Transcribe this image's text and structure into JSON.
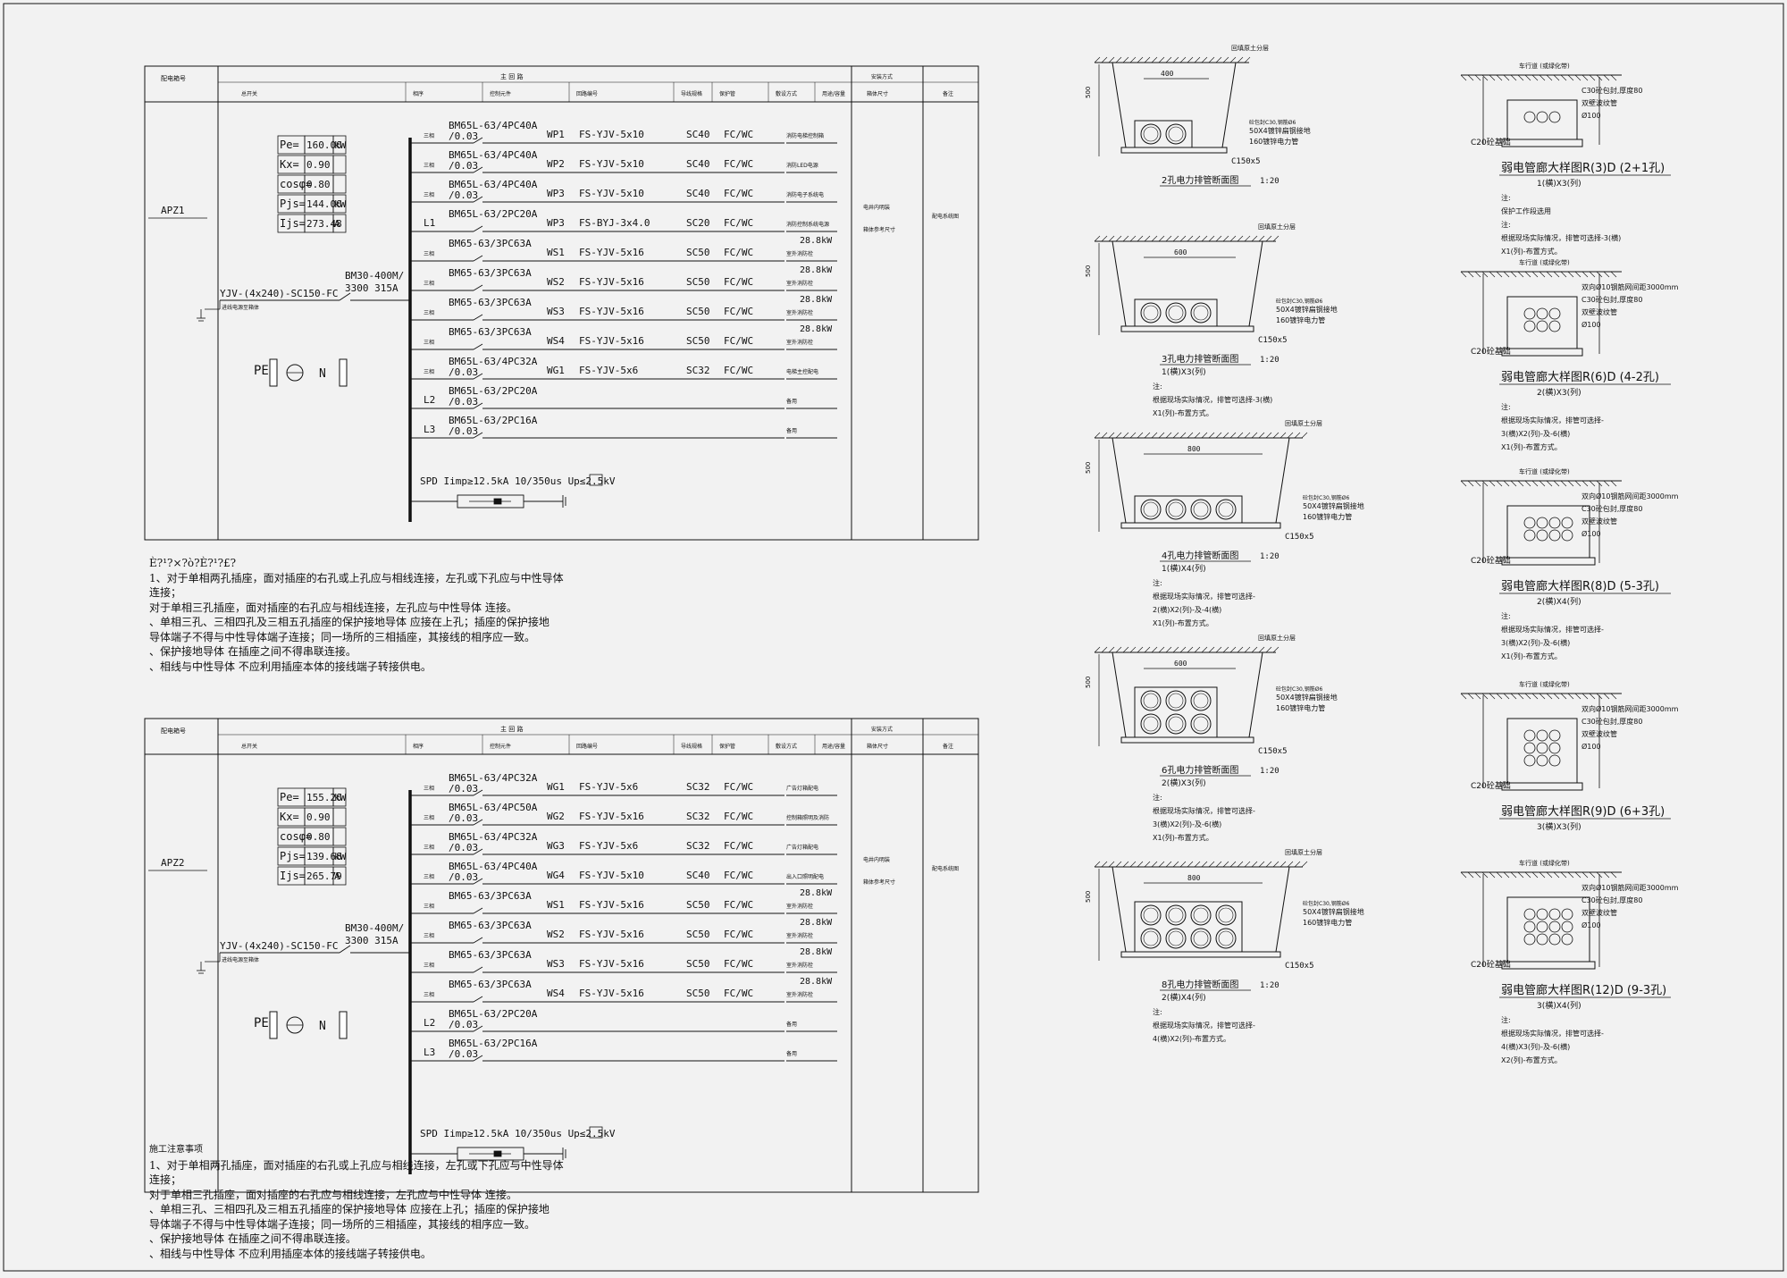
{
  "panels": [
    {
      "id": "APZ1",
      "header": {
        "c1": "配电箱号",
        "c2": "主  回  路",
        "sub": [
          "总开关",
          "相序",
          "控制元件",
          "回路编号",
          "导线规格",
          "保护管",
          "敷设方式",
          "用途/容量"
        ],
        "install": "安装方式",
        "install_sub": "箱体尺寸",
        "remark": "备注",
        "note_install": "电井内明装",
        "note_size": "箱体参考尺寸",
        "note_remark": "配电系统图"
      },
      "params": [
        [
          "Pe=",
          "160.00",
          "kW"
        ],
        [
          "Kx=",
          "0.90",
          ""
        ],
        [
          "cosφ=",
          "0.80",
          ""
        ],
        [
          "Pjs=",
          "144.00",
          "kW"
        ],
        [
          "Ijs=",
          "273.48",
          "A"
        ]
      ],
      "incoming": "YJV-(4x240)-SC150-FC",
      "incoming_note": "进线电源至箱体",
      "breaker": "BM30-400M/\n3300 315A",
      "rows": [
        {
          "phase": "三相",
          "ctrl": "BM65L-63/4PC40A",
          "rcd": "/0.03",
          "circuit": "WP1",
          "cable": "FS-YJV-5x10",
          "pipe": "SC40",
          "method": "FC/WC",
          "use": "消防电梯控制箱",
          "load": ""
        },
        {
          "phase": "三相",
          "ctrl": "BM65L-63/4PC40A",
          "rcd": "/0.03",
          "circuit": "WP2",
          "cable": "FS-YJV-5x10",
          "pipe": "SC40",
          "method": "FC/WC",
          "use": "消防LED电源",
          "load": ""
        },
        {
          "phase": "三相",
          "ctrl": "BM65L-63/4PC40A",
          "rcd": "/0.03",
          "circuit": "WP3",
          "cable": "FS-YJV-5x10",
          "pipe": "SC40",
          "method": "FC/WC",
          "use": "消防电子系统电",
          "load": ""
        },
        {
          "phase": "L1",
          "ctrl": "BM65L-63/2PC20A",
          "rcd": "",
          "circuit": "WP3",
          "cable": "FS-BYJ-3x4.0",
          "pipe": "SC20",
          "method": "FC/WC",
          "use": "消防控制系统电源",
          "load": ""
        },
        {
          "phase": "三相",
          "ctrl": "BM65-63/3PC63A",
          "rcd": "",
          "circuit": "WS1",
          "cable": "FS-YJV-5x16",
          "pipe": "SC50",
          "method": "FC/WC",
          "use": "室外消防栓",
          "load": "28.8kW"
        },
        {
          "phase": "三相",
          "ctrl": "BM65-63/3PC63A",
          "rcd": "",
          "circuit": "WS2",
          "cable": "FS-YJV-5x16",
          "pipe": "SC50",
          "method": "FC/WC",
          "use": "室外消防栓",
          "load": "28.8kW"
        },
        {
          "phase": "三相",
          "ctrl": "BM65-63/3PC63A",
          "rcd": "",
          "circuit": "WS3",
          "cable": "FS-YJV-5x16",
          "pipe": "SC50",
          "method": "FC/WC",
          "use": "室外消防栓",
          "load": "28.8kW"
        },
        {
          "phase": "三相",
          "ctrl": "BM65-63/3PC63A",
          "rcd": "",
          "circuit": "WS4",
          "cable": "FS-YJV-5x16",
          "pipe": "SC50",
          "method": "FC/WC",
          "use": "室外消防栓",
          "load": "28.8kW"
        },
        {
          "phase": "三相",
          "ctrl": "BM65L-63/4PC32A",
          "rcd": "/0.03",
          "circuit": "WG1",
          "cable": "FS-YJV-5x6",
          "pipe": "SC32",
          "method": "FC/WC",
          "use": "电梯主控配电",
          "load": ""
        },
        {
          "phase": "L2",
          "ctrl": "BM65L-63/2PC20A",
          "rcd": "/0.03",
          "circuit": "",
          "cable": "",
          "pipe": "",
          "method": "",
          "use": "备用",
          "load": ""
        },
        {
          "phase": "L3",
          "ctrl": "BM65L-63/2PC16A",
          "rcd": "/0.03",
          "circuit": "",
          "cable": "",
          "pipe": "",
          "method": "",
          "use": "备用",
          "load": ""
        }
      ],
      "spd": "SPD Iimp≥12.5kA 10/350us Up≤2.5kV"
    },
    {
      "id": "APZ2",
      "header": {
        "c1": "配电箱号",
        "c2": "主  回  路",
        "sub": [
          "总开关",
          "相序",
          "控制元件",
          "回路编号",
          "导线规格",
          "保护管",
          "敷设方式",
          "用途/容量"
        ],
        "install": "安装方式",
        "install_sub": "箱体尺寸",
        "remark": "备注",
        "note_install": "电井内明装",
        "note_size": "箱体参考尺寸",
        "note_remark": "配电系统图"
      },
      "params": [
        [
          "Pe=",
          "155.20",
          "kW"
        ],
        [
          "Kx=",
          "0.90",
          ""
        ],
        [
          "cosφ=",
          "0.80",
          ""
        ],
        [
          "Pjs=",
          "139.68",
          "kW"
        ],
        [
          "Ijs=",
          "265.79",
          "A"
        ]
      ],
      "incoming": "YJV-(4x240)-SC150-FC",
      "incoming_note": "进线电源至箱体",
      "breaker": "BM30-400M/\n3300 315A",
      "rows": [
        {
          "phase": "三相",
          "ctrl": "BM65L-63/4PC32A",
          "rcd": "/0.03",
          "circuit": "WG1",
          "cable": "FS-YJV-5x6",
          "pipe": "SC32",
          "method": "FC/WC",
          "use": "广告灯箱配电",
          "load": ""
        },
        {
          "phase": "三相",
          "ctrl": "BM65L-63/4PC50A",
          "rcd": "/0.03",
          "circuit": "WG2",
          "cable": "FS-YJV-5x16",
          "pipe": "SC32",
          "method": "FC/WC",
          "use": "控制箱照明及消防",
          "load": ""
        },
        {
          "phase": "三相",
          "ctrl": "BM65L-63/4PC32A",
          "rcd": "/0.03",
          "circuit": "WG3",
          "cable": "FS-YJV-5x6",
          "pipe": "SC32",
          "method": "FC/WC",
          "use": "广告灯箱配电",
          "load": ""
        },
        {
          "phase": "三相",
          "ctrl": "BM65L-63/4PC40A",
          "rcd": "/0.03",
          "circuit": "WG4",
          "cable": "FS-YJV-5x10",
          "pipe": "SC40",
          "method": "FC/WC",
          "use": "出入口照明配电",
          "load": ""
        },
        {
          "phase": "三相",
          "ctrl": "BM65-63/3PC63A",
          "rcd": "",
          "circuit": "WS1",
          "cable": "FS-YJV-5x16",
          "pipe": "SC50",
          "method": "FC/WC",
          "use": "室外消防栓",
          "load": "28.8kW"
        },
        {
          "phase": "三相",
          "ctrl": "BM65-63/3PC63A",
          "rcd": "",
          "circuit": "WS2",
          "cable": "FS-YJV-5x16",
          "pipe": "SC50",
          "method": "FC/WC",
          "use": "室外消防栓",
          "load": "28.8kW"
        },
        {
          "phase": "三相",
          "ctrl": "BM65-63/3PC63A",
          "rcd": "",
          "circuit": "WS3",
          "cable": "FS-YJV-5x16",
          "pipe": "SC50",
          "method": "FC/WC",
          "use": "室外消防栓",
          "load": "28.8kW"
        },
        {
          "phase": "三相",
          "ctrl": "BM65-63/3PC63A",
          "rcd": "",
          "circuit": "WS4",
          "cable": "FS-YJV-5x16",
          "pipe": "SC50",
          "method": "FC/WC",
          "use": "室外消防栓",
          "load": "28.8kW"
        },
        {
          "phase": "L2",
          "ctrl": "BM65L-63/2PC20A",
          "rcd": "/0.03",
          "circuit": "",
          "cable": "",
          "pipe": "",
          "method": "",
          "use": "备用",
          "load": ""
        },
        {
          "phase": "L3",
          "ctrl": "BM65L-63/2PC16A",
          "rcd": "/0.03",
          "circuit": "",
          "cable": "",
          "pipe": "",
          "method": "",
          "use": "备用",
          "load": ""
        }
      ],
      "spd": "SPD Iimp≥12.5kA 10/350us Up≤2.5kV"
    }
  ],
  "notes1": {
    "title": "È?¹?×?ò?È?¹?£?",
    "lines": [
      "1、对于单相两孔插座，面对插座的右孔或上孔应与相线连接，左孔或下孔应与中性导体",
      "连接；",
      "对于单相三孔插座，面对插座的右孔应与相线连接，左孔应与中性导体    连接。",
      "、单相三孔、三相四孔及三相五孔插座的保护接地导体      应接在上孔；插座的保护接地",
      "导体端子不得与中性导体端子连接；同一场所的三相插座，其接线的相序应一致。",
      "、保护接地导体      在插座之间不得串联连接。",
      "、相线与中性导体      不应利用插座本体的接线端子转接供电。"
    ]
  },
  "notes2": {
    "title": "施工注意事项",
    "lines": [
      "1、对于单相两孔插座，面对插座的右孔或上孔应与相线连接，左孔或下孔应与中性导体",
      "连接；",
      "对于单相三孔插座，面对插座的右孔应与相线连接，左孔应与中性导体    连接。",
      "、单相三孔、三相四孔及三相五孔插座的保护接地导体      应接在上孔；插座的保护接地",
      "导体端子不得与中性导体端子连接；同一场所的三相插座，其接线的相序应一致。",
      "、保护接地导体      在插座之间不得串联连接。",
      "、相线与中性导体      不应利用插座本体的接线端子转接供电。"
    ]
  },
  "power_sections": [
    {
      "title": "2孔电力排管断面图",
      "scale": "1:20",
      "width": "400",
      "holes": 2,
      "cols": 2,
      "rows": 1,
      "top_note": "回填原土分层",
      "layer1": "50X4镀锌扁钢接地",
      "layer2": "160镀锌电力管",
      "layer3": "C150x5",
      "caption": "",
      "notes": []
    },
    {
      "title": "3孔电力排管断面图",
      "scale": "1:20",
      "width": "600",
      "holes": 3,
      "cols": 3,
      "rows": 1,
      "top_note": "回填原土分层",
      "layer1": "50X4镀锌扁钢接地",
      "layer2": "160镀锌电力管",
      "layer3": "C150x5",
      "caption": "1(横)X3(列)",
      "notes": [
        "注:",
        "根据现场实际情况，排管可选择-3(横)",
        "X1(列)-布置方式。"
      ]
    },
    {
      "title": "4孔电力排管断面图",
      "scale": "1:20",
      "width": "800",
      "holes": 4,
      "cols": 4,
      "rows": 1,
      "top_note": "回填原土分层",
      "layer1": "50X4镀锌扁钢接地",
      "layer2": "160镀锌电力管",
      "layer3": "C150x5",
      "caption": "1(横)X4(列)",
      "notes": [
        "注:",
        "根据现场实际情况，排管可选择-",
        "2(横)X2(列)-及-4(横)",
        "X1(列)-布置方式。"
      ]
    },
    {
      "title": "6孔电力排管断面图",
      "scale": "1:20",
      "width": "600",
      "holes": 6,
      "cols": 3,
      "rows": 2,
      "top_note": "回填原土分层",
      "layer1": "50X4镀锌扁钢接地",
      "layer2": "160镀锌电力管",
      "layer3": "C150x5",
      "caption": "2(横)X3(列)",
      "notes": [
        "注:",
        "根据现场实际情况，排管可选择-",
        "3(横)X2(列)-及-6(横)",
        "X1(列)-布置方式。"
      ]
    },
    {
      "title": "8孔电力排管断面图",
      "scale": "1:20",
      "width": "800",
      "holes": 8,
      "cols": 4,
      "rows": 2,
      "top_note": "回填原土分层",
      "layer1": "50X4镀锌扁钢接地",
      "layer2": "160镀锌电力管",
      "layer3": "C150x5",
      "caption": "2(横)X4(列)",
      "notes": [
        "注:",
        "根据现场实际情况，排管可选择-",
        "4(横)X2(列)-布置方式。"
      ]
    }
  ],
  "weak_sections": [
    {
      "title": "弱电管廊大样图R(3)D (2+1孔)",
      "caption": "1(横)X3(列)",
      "road": "车行道 (或绿化带)",
      "labels": [
        "C30砼包封,厚度80",
        "C20砼基础",
        "双壁波纹管",
        "Ø100"
      ],
      "cols": 3,
      "rows": 1,
      "notes": [
        "注:",
        "保护工作段选用",
        "注:",
        "根据现场实际情况，排管可选择-3(横)",
        "X1(列)-布置方式。"
      ]
    },
    {
      "title": "弱电管廊大样图R(6)D (4-2孔)",
      "caption": "2(横)X3(列)",
      "road": "车行道 (或绿化带)",
      "labels": [
        "双向Ø10钢筋网间距3000mm",
        "C30砼包封,厚度80",
        "C20砼基础",
        "双壁波纹管",
        "Ø100"
      ],
      "cols": 3,
      "rows": 2,
      "notes": [
        "注:",
        "根据现场实际情况，排管可选择-",
        "3(横)X2(列)-及-6(横)",
        "X1(列)-布置方式。"
      ]
    },
    {
      "title": "弱电管廊大样图R(8)D (5-3孔)",
      "caption": "2(横)X4(列)",
      "road": "车行道 (或绿化带)",
      "labels": [
        "双向Ø10钢筋网间距3000mm",
        "C30砼包封,厚度80",
        "C20砼基础",
        "双壁波纹管",
        "Ø100"
      ],
      "cols": 4,
      "rows": 2,
      "notes": [
        "注:",
        "根据现场实际情况，排管可选择-",
        "3(横)X2(列)-及-6(横)",
        "X1(列)-布置方式。"
      ]
    },
    {
      "title": "弱电管廊大样图R(9)D (6+3孔)",
      "caption": "3(横)X3(列)",
      "road": "车行道 (或绿化带)",
      "labels": [
        "双向Ø10钢筋网间距3000mm",
        "C30砼包封,厚度80",
        "C20砼基础",
        "双壁波纹管",
        "Ø100"
      ],
      "cols": 3,
      "rows": 3,
      "notes": []
    },
    {
      "title": "弱电管廊大样图R(12)D (9-3孔)",
      "caption": "3(横)X4(列)",
      "road": "车行道 (或绿化带)",
      "labels": [
        "双向Ø10钢筋网间距3000mm",
        "C30砼包封,厚度80",
        "C20砼基础",
        "双壁波纹管",
        "Ø100"
      ],
      "cols": 4,
      "rows": 3,
      "notes": [
        "注:",
        "根据现场实际情况，排管可选择-",
        "4(横)X3(列)-及-6(横)",
        "X2(列)-布置方式。"
      ]
    }
  ]
}
